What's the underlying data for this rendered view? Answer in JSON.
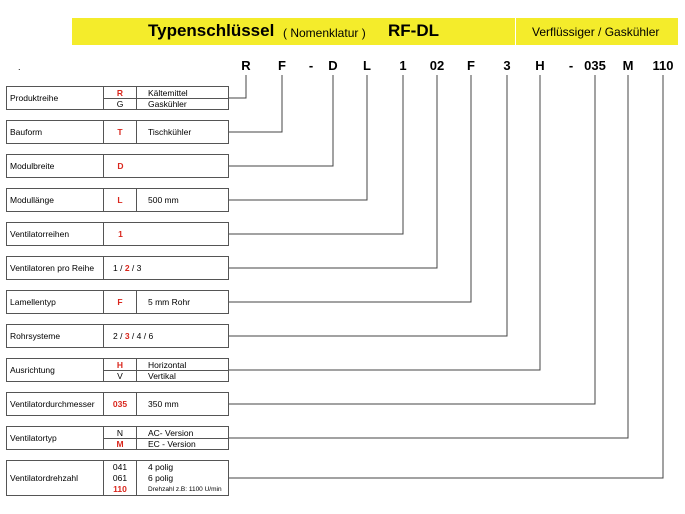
{
  "header": {
    "title": "Typenschlüssel",
    "subtitle": "( Nomenklatur )",
    "model": "RF-DL",
    "right_label": "Verflüssiger / Gaskühler"
  },
  "dot_mark": ".",
  "code_chars": [
    "R",
    "F",
    "-",
    "D",
    "L",
    "1",
    "02",
    "F",
    "3",
    "H",
    "-",
    "035",
    "M",
    "110"
  ],
  "rows": [
    {
      "label": "Produktreihe",
      "codes": [
        "R",
        "G"
      ],
      "highlight": [
        0
      ],
      "descriptions": [
        "Kältemittel",
        "Gaskühler"
      ]
    },
    {
      "label": "Bauform",
      "codes": [
        "T"
      ],
      "highlight": [
        0
      ],
      "descriptions": [
        "Tischkühler"
      ]
    },
    {
      "label": "Modulbreite",
      "codes": [
        "D"
      ],
      "highlight": [
        0
      ],
      "descriptions": []
    },
    {
      "label": "Modullänge",
      "codes": [
        "L"
      ],
      "highlight": [
        0
      ],
      "descriptions": [
        "500 mm"
      ]
    },
    {
      "label": "Ventilatorreihen",
      "codes": [
        "1"
      ],
      "highlight": [
        0
      ],
      "descriptions": []
    },
    {
      "label": "Ventilatoren pro Reihe",
      "options": [
        "1",
        "2",
        "3"
      ],
      "highlight_option": 1
    },
    {
      "label": "Lamellentyp",
      "codes": [
        "F"
      ],
      "highlight": [
        0
      ],
      "descriptions": [
        "5 mm Rohr"
      ]
    },
    {
      "label": "Rohrsysteme",
      "options": [
        "2",
        "3",
        "4",
        "6"
      ],
      "highlight_option": 1
    },
    {
      "label": "Ausrichtung",
      "codes": [
        "H",
        "V"
      ],
      "highlight": [
        0
      ],
      "descriptions": [
        "Horizontal",
        "Vertikal"
      ]
    },
    {
      "label": "Ventilatordurchmesser",
      "codes": [
        "035"
      ],
      "highlight": [
        0
      ],
      "descriptions": [
        "350 mm"
      ]
    },
    {
      "label": "Ventilatortyp",
      "codes": [
        "N",
        "M"
      ],
      "highlight": [
        1
      ],
      "descriptions": [
        "AC- Version",
        "EC - Version"
      ]
    },
    {
      "label": "Ventilatordrehzahl",
      "codes": [
        "041",
        "061",
        "110"
      ],
      "highlight": [
        2
      ],
      "descriptions": [
        "4 polig",
        "6 polig",
        "Drehzahl z.B: 1100 U/min"
      ]
    }
  ]
}
